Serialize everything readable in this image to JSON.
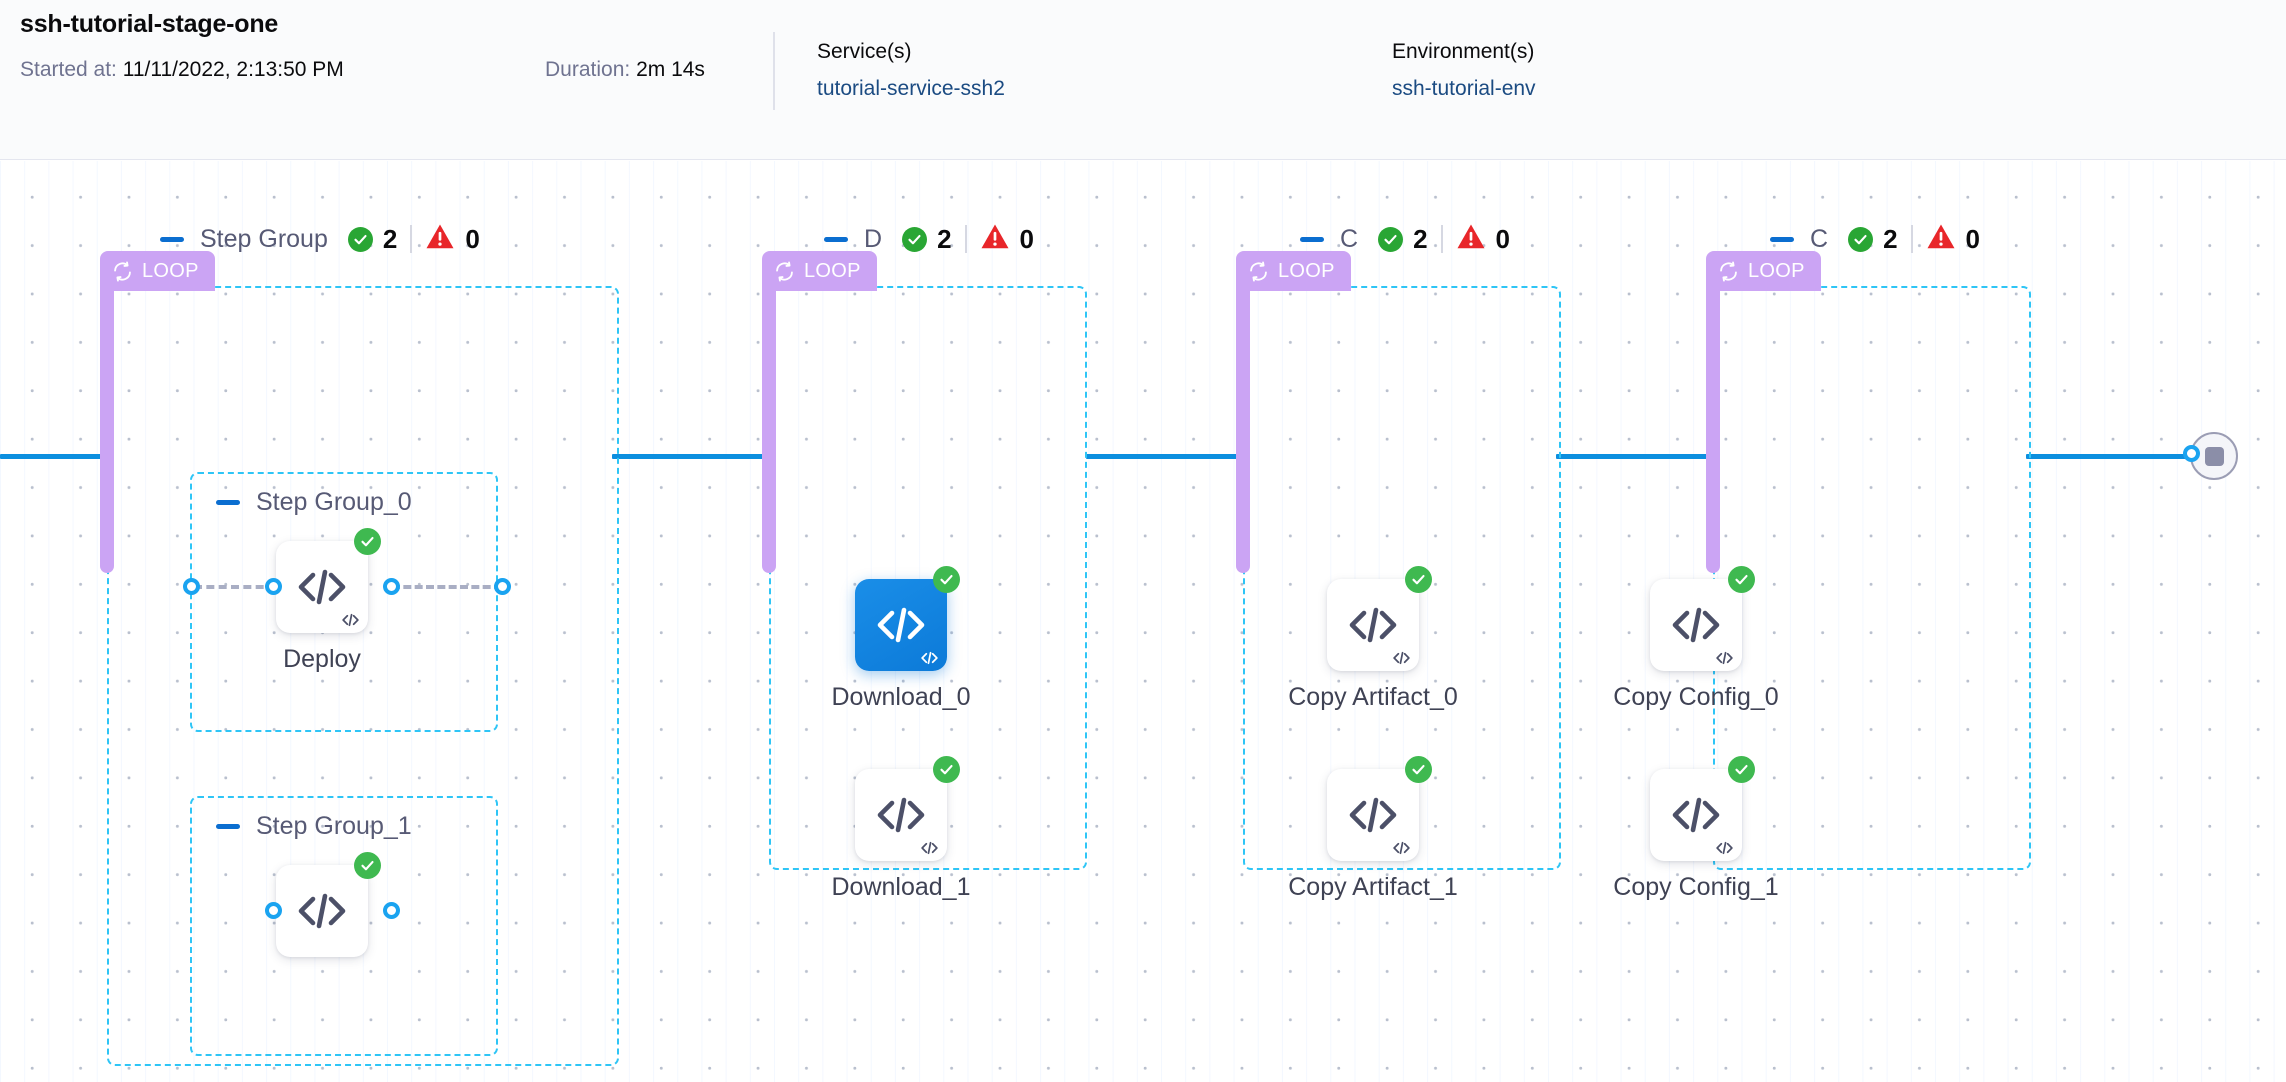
{
  "header": {
    "title": "ssh-tutorial-stage-one",
    "started_label": "Started at:",
    "started_value": "11/11/2022, 2:13:50 PM",
    "duration_label": "Duration:",
    "duration_value": "2m 14s",
    "services_title": "Service(s)",
    "services_value": "tutorial-service-ssh2",
    "environments_title": "Environment(s)",
    "environments_value": "ssh-tutorial-env",
    "link_color": "#1b4b82"
  },
  "canvas": {
    "loop_badge_label": "LOOP",
    "loop_badge_color": "#cba4f4",
    "group_border_color": "#2ec5f6",
    "rail_color": "#0c8fdf",
    "success_color": "#29a634",
    "error_color": "#e8262a",
    "selected_node_color": "#0c7ad8"
  },
  "groups": [
    {
      "id": "group-step-group",
      "loop_label": "LOOP",
      "name": "Step Group",
      "success_count": "2",
      "error_count": "0",
      "subgroups": [
        {
          "id": "subgroup-step-group-0",
          "name": "Step Group_0",
          "nodes": [
            {
              "id": "node-deploy",
              "label": "Deploy",
              "status": "success",
              "selected": false,
              "icon": "code-icon"
            }
          ]
        },
        {
          "id": "subgroup-step-group-1",
          "name": "Step Group_1",
          "nodes": [
            {
              "id": "node-deploy-1",
              "label": "",
              "status": "success",
              "selected": false,
              "icon": "code-icon"
            }
          ]
        }
      ]
    },
    {
      "id": "group-download",
      "loop_label": "LOOP",
      "name": "D",
      "success_count": "2",
      "error_count": "0",
      "nodes": [
        {
          "id": "node-download-0",
          "label": "Download_0",
          "status": "success",
          "selected": true,
          "icon": "code-icon"
        },
        {
          "id": "node-download-1",
          "label": "Download_1",
          "status": "success",
          "selected": false,
          "icon": "code-icon"
        }
      ]
    },
    {
      "id": "group-copy-artifact",
      "loop_label": "LOOP",
      "name": "C",
      "success_count": "2",
      "error_count": "0",
      "nodes": [
        {
          "id": "node-copy-artifact-0",
          "label": "Copy Artifact_0",
          "status": "success",
          "selected": false,
          "icon": "code-icon"
        },
        {
          "id": "node-copy-artifact-1",
          "label": "Copy Artifact_1",
          "status": "success",
          "selected": false,
          "icon": "code-icon"
        }
      ]
    },
    {
      "id": "group-copy-config",
      "loop_label": "LOOP",
      "name": "C",
      "success_count": "2",
      "error_count": "0",
      "nodes": [
        {
          "id": "node-copy-config-0",
          "label": "Copy Config_0",
          "status": "success",
          "selected": false,
          "icon": "code-icon"
        },
        {
          "id": "node-copy-config-1",
          "label": "Copy Config_1",
          "status": "success",
          "selected": false,
          "icon": "code-icon"
        }
      ]
    }
  ],
  "end_node": {
    "id": "end-node",
    "icon": "stop-square-icon"
  }
}
